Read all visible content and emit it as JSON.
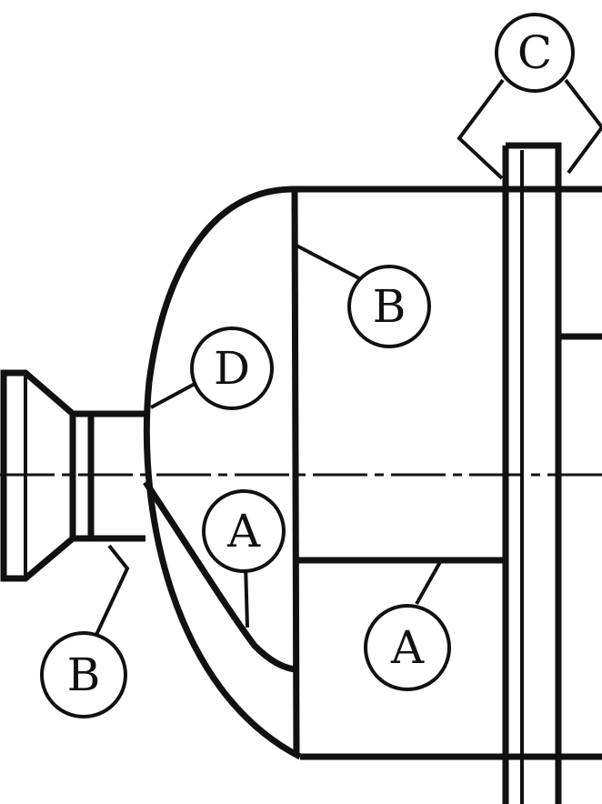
{
  "labels": {
    "c_top": "C",
    "b_upper": "B",
    "d": "D",
    "a_left": "A",
    "a_right": "A",
    "b_lower": "B"
  },
  "colors": {
    "line": "#111111",
    "background": "#ffffff"
  }
}
